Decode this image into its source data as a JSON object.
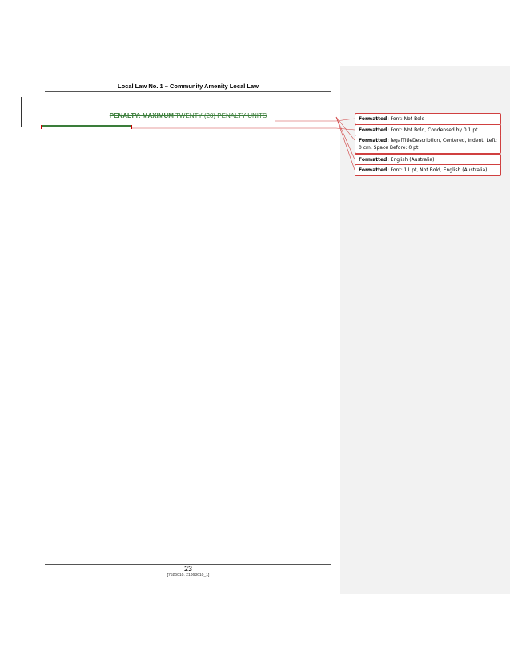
{
  "header": {
    "title": "Local Law No. 1 – Community Amenity Local Law"
  },
  "body": {
    "penalty_bold": "PENALTY: MAXIMUM",
    "penalty_rest": " TWENTY (20) PENALTY UNITS"
  },
  "balloons": [
    {
      "label": "Formatted:",
      "text": " Font: Not Bold"
    },
    {
      "label": "Formatted:",
      "text": " Font: Not Bold, Condensed by  0.1 pt"
    },
    {
      "label": "Formatted:",
      "text": " legalTitleDescription, Centered, Indent: Left:  0 cm, Space Before:  0 pt"
    },
    {
      "label": "Formatted:",
      "text": " English (Australia)"
    },
    {
      "label": "Formatted:",
      "text": " Font: 11 pt, Not Bold, English (Australia)"
    }
  ],
  "footer": {
    "page_number": "23",
    "doc_ref": "[7526010: 21868610_1]"
  },
  "colors": {
    "tracked_change": "#3a7d3a",
    "balloon_border": "#d04040",
    "markup_pane": "#f2f2f2"
  }
}
